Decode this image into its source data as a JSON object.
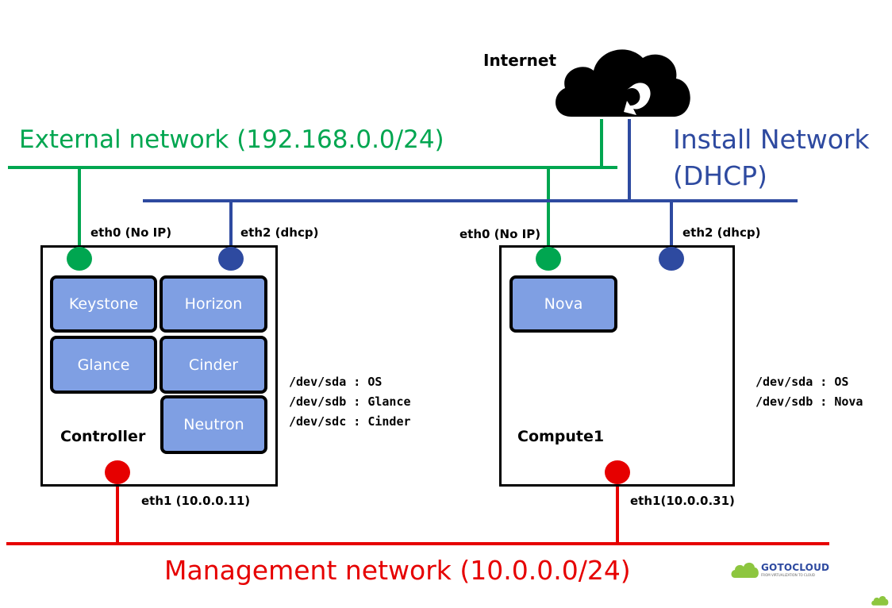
{
  "colors": {
    "external": "#00a650",
    "install": "#2e4aa0",
    "management": "#e60000",
    "service_fill": "#7f9fe3"
  },
  "internet": {
    "label": "Internet",
    "icon": "cloud-icon"
  },
  "networks": {
    "external": "External network (192.168.0.0/24)",
    "install_line1": "Install Network",
    "install_line2": "(DHCP)",
    "management": "Management network (10.0.0.0/24)"
  },
  "controller": {
    "name": "Controller",
    "eth0": "eth0 (No IP)",
    "eth2": "eth2 (dhcp)",
    "eth1": "eth1 (10.0.0.11)",
    "services": [
      "Keystone",
      "Horizon",
      "Glance",
      "Cinder",
      "Neutron"
    ],
    "disks": [
      "/dev/sda : OS",
      "/dev/sdb : Glance",
      "/dev/sdc : Cinder"
    ]
  },
  "compute": {
    "name": "Compute1",
    "eth0": "eth0 (No IP)",
    "eth2": "eth2 (dhcp)",
    "eth1": "eth1(10.0.0.31)",
    "services": [
      "Nova"
    ],
    "disks": [
      "/dev/sda : OS",
      "/dev/sdb : Nova"
    ]
  },
  "logo": {
    "text": "GOTOCLOUD",
    "tagline": "FROM VIRTUALIZATION TO CLOUD"
  }
}
